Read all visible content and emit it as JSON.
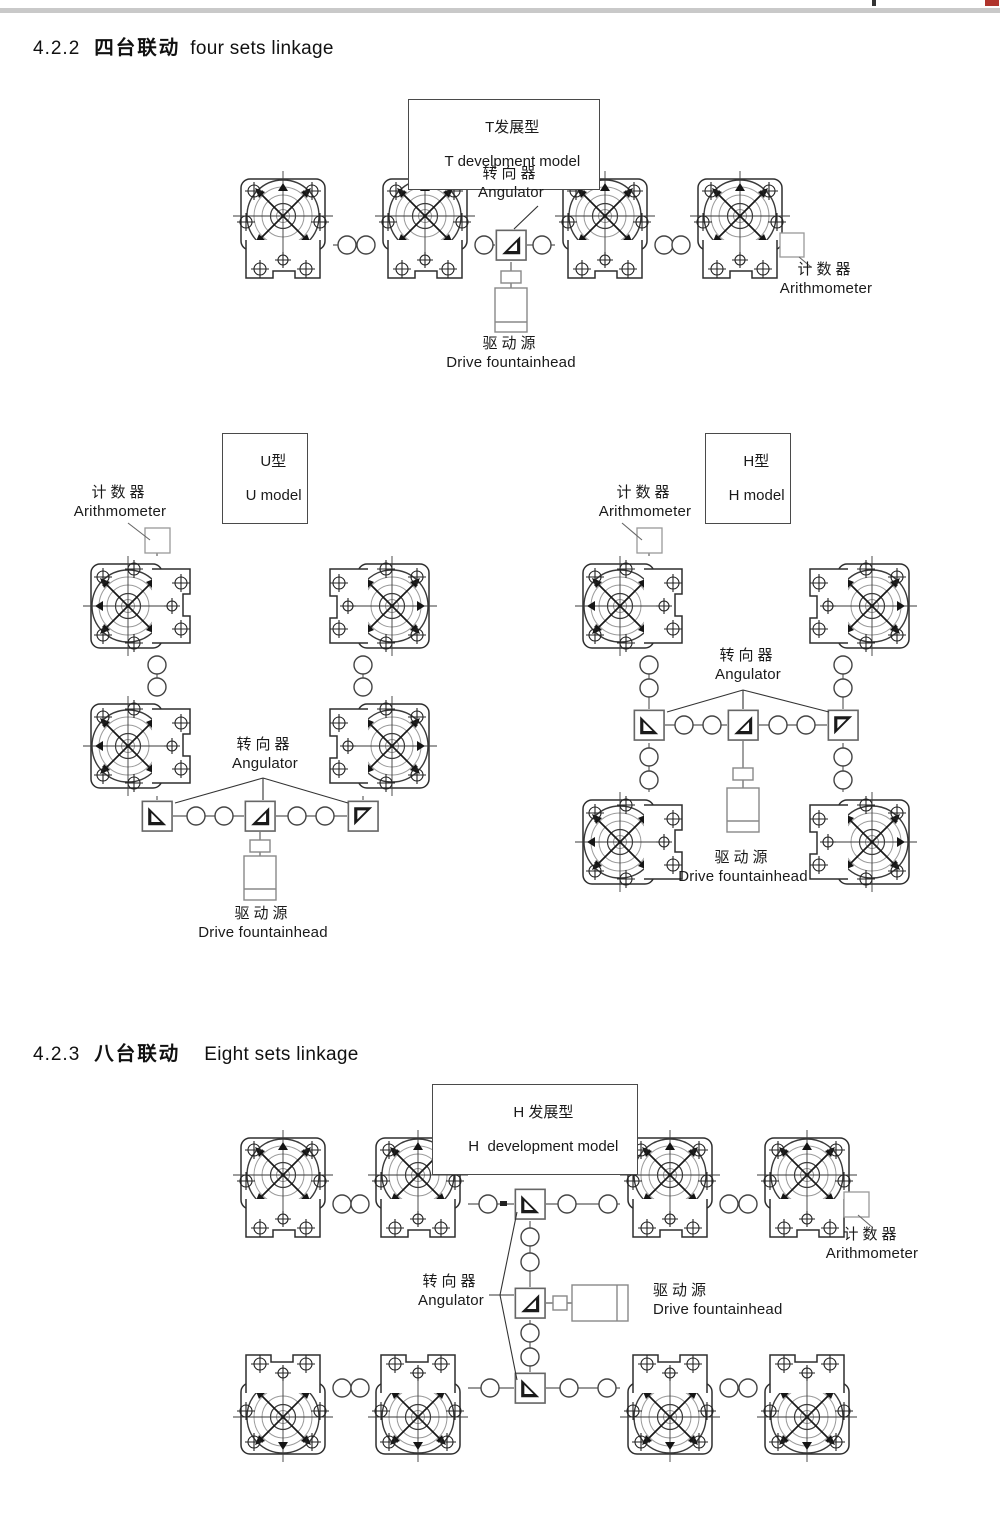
{
  "page": {
    "top_rule_color": "#c9c9c9",
    "corner_mark_color": "#b0342c",
    "background": "#ffffff"
  },
  "shared_labels": {
    "angulator_zh": "转向器",
    "angulator_en": "Angulator",
    "arithmometer_zh": "计数器",
    "arithmometer_en": "Arithmometer",
    "drive_zh": "驱动源",
    "drive_en": "Drive fountainhead"
  },
  "section_422": {
    "number": "4.2.2",
    "title_zh": "四台联动",
    "title_en": "four sets linkage",
    "t_model_box": {
      "line1": "T发展型",
      "line2": "T develpment model"
    },
    "u_model_box": {
      "line1": "U型",
      "line2": "U model"
    },
    "h_model_box": {
      "line1": "H型",
      "line2": "H model"
    }
  },
  "section_423": {
    "number": "4.2.3",
    "title_zh": "八台联动",
    "title_en": "Eight sets linkage",
    "h_dev_model_box": {
      "line1": "H 发展型",
      "line2": "H  development model"
    }
  }
}
